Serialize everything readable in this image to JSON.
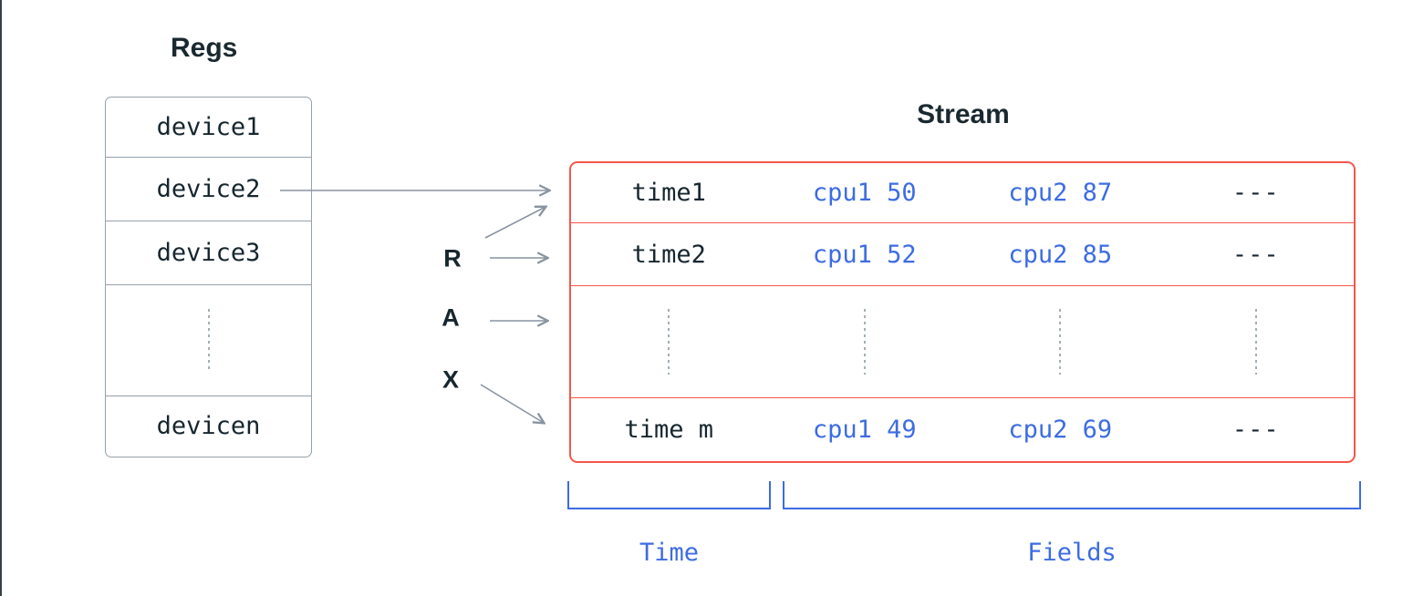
{
  "regs": {
    "title": "Regs",
    "rows": [
      "device1",
      "device2",
      "device3",
      "devicen"
    ]
  },
  "rax": {
    "r": "R",
    "a": "A",
    "x": "X"
  },
  "stream": {
    "title": "Stream",
    "rows": [
      {
        "time": "time1",
        "cpu1": "cpu1 50",
        "cpu2": "cpu2 87",
        "more": "---"
      },
      {
        "time": "time2",
        "cpu1": "cpu1 52",
        "cpu2": "cpu2 85",
        "more": "---"
      },
      {
        "time": "time m",
        "cpu1": "cpu1 49",
        "cpu2": "cpu2 69",
        "more": "---"
      }
    ]
  },
  "brackets": {
    "time": "Time",
    "fields": "Fields"
  },
  "colors": {
    "stream_border_red": "#f4574b",
    "field_text_blue": "#3d6ce2",
    "ink_dark": "#16262e",
    "box_border_gray": "#95a2aa",
    "arrow_gray": "#8894a0"
  }
}
